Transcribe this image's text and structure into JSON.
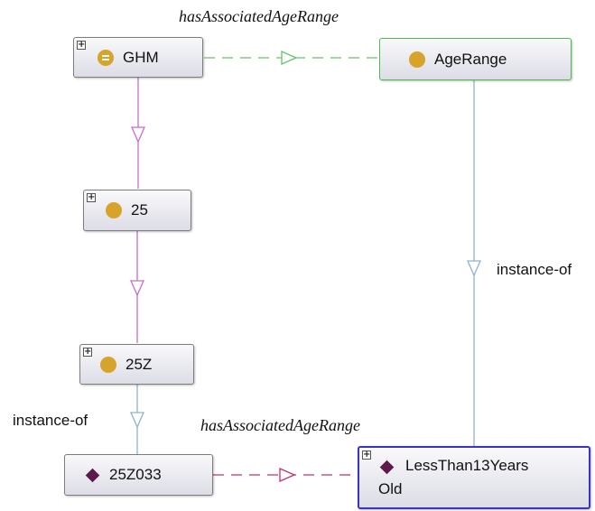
{
  "nodes": {
    "ghm": {
      "label": "GHM",
      "icon": "class-with-equivalence-icon",
      "expandable": true
    },
    "age_range": {
      "label": "AgeRange",
      "icon": "class-icon",
      "expandable": false
    },
    "n25": {
      "label": "25",
      "icon": "class-icon",
      "expandable": true
    },
    "n25z": {
      "label": "25Z",
      "icon": "class-icon",
      "expandable": true
    },
    "n25z033": {
      "label": "25Z033",
      "icon": "individual-icon",
      "expandable": false
    },
    "less_than_13": {
      "label_line1": "LessThan13Years",
      "label_line2": "Old",
      "icon": "individual-icon",
      "expandable": true
    }
  },
  "edge_labels": {
    "top_property": "hasAssociatedAgeRange",
    "bottom_property": "hasAssociatedAgeRange",
    "left_instance": "instance-of",
    "right_instance": "instance-of"
  },
  "expand_glyph": "+",
  "colors": {
    "class_icon": "#d6a32b",
    "individual_icon": "#5b1a4a",
    "subclass_edge": "#c46fc9",
    "instance_edge": "#8fb2d1",
    "property_edge_top": "#67c36a",
    "property_edge_bottom": "#c2316f",
    "agerange_border": "#4cbb52",
    "selected_border": "#3a33c4"
  }
}
